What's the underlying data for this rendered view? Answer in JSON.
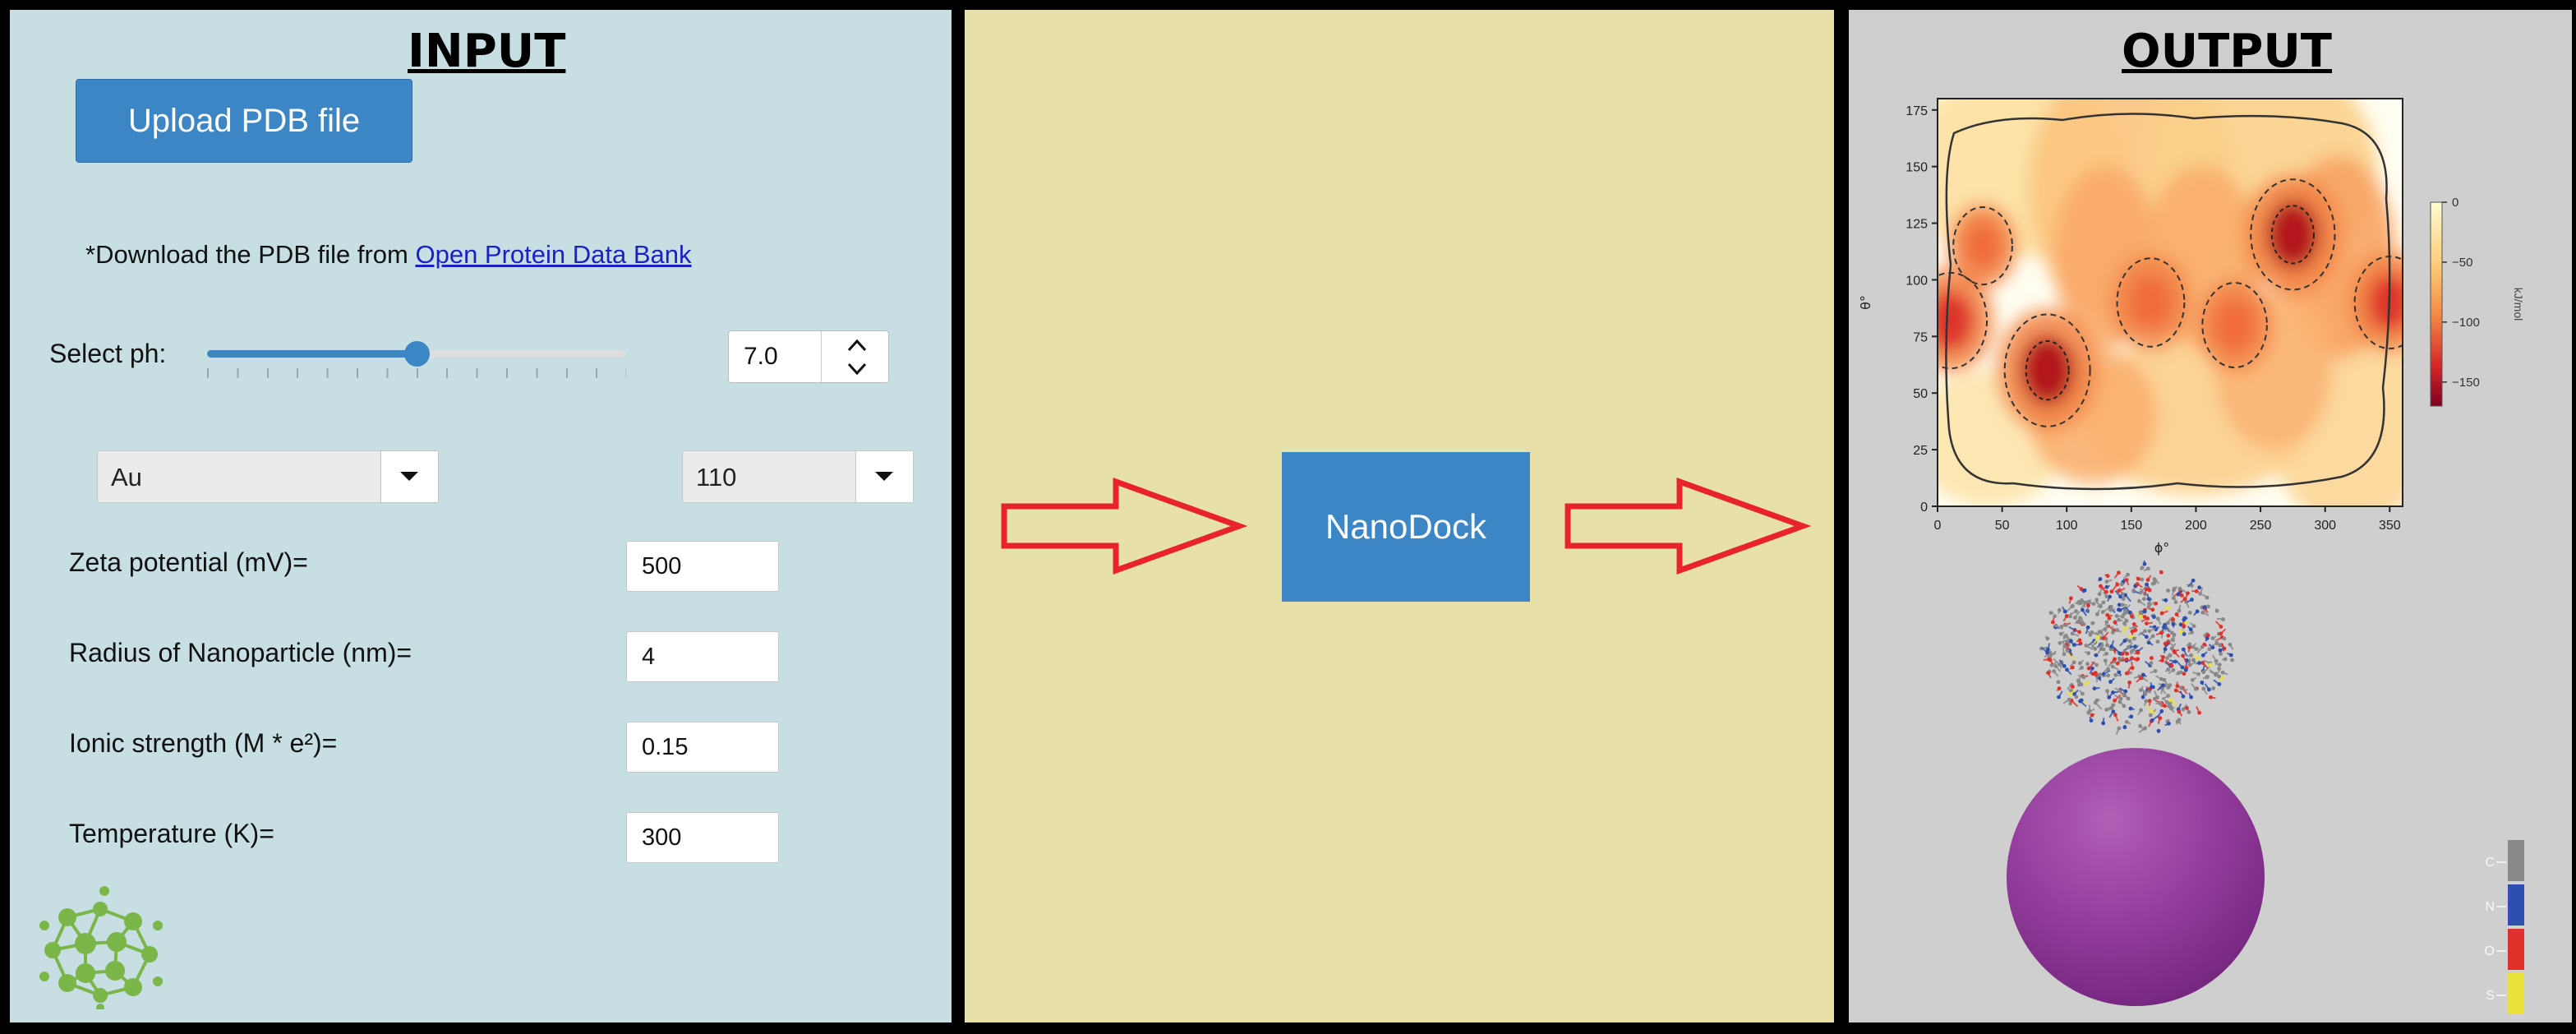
{
  "input": {
    "title": "INPUT",
    "upload_label": "Upload PDB file",
    "download_prefix": "*Download the PDB file from ",
    "download_link": "Open Protein Data Bank",
    "ph_label": "Select ph:",
    "ph_value": "7.0",
    "ph_slider_fraction": 0.5,
    "material_select": "Au",
    "facet_select": "110",
    "zeta_label": "Zeta potential (mV)=",
    "zeta_value": "500",
    "radius_label": "Radius of Nanoparticle (nm)=",
    "radius_value": "4",
    "ionic_label": "Ionic strength (M * e²)=",
    "ionic_value": "0.15",
    "temp_label": "Temperature (K)=",
    "temp_value": "300",
    "logo_icon": "nanoparticle-network-logo"
  },
  "middle": {
    "button_label": "NanoDock",
    "arrow_color": "#e8242a"
  },
  "output": {
    "title": "OUTPUT",
    "atom_legend": [
      "C",
      "N",
      "O",
      "S"
    ],
    "atom_colors": [
      "#888888",
      "#2e4fae",
      "#e0302a",
      "#e8e23a"
    ],
    "sphere_color": "#8e3a98"
  },
  "chart_data": {
    "type": "heatmap",
    "title": "",
    "xlabel": "ϕ°",
    "ylabel": "θ°",
    "xlim": [
      0,
      360
    ],
    "ylim": [
      0,
      180
    ],
    "x_ticks": [
      "0",
      "50",
      "100",
      "150",
      "200",
      "250",
      "300",
      "350"
    ],
    "y_ticks": [
      "0",
      "25",
      "50",
      "75",
      "100",
      "125",
      "150",
      "175"
    ],
    "colorbar": {
      "label": "kJ/mol",
      "ticks": [
        "0",
        "−50",
        "−100",
        "−150"
      ],
      "range": [
        -170,
        0
      ],
      "colormap": "YlOrRd_r"
    },
    "minima": [
      {
        "x": 85,
        "y": 60,
        "value": -165
      },
      {
        "x": 275,
        "y": 120,
        "value": -160
      },
      {
        "x": 10,
        "y": 82,
        "value": -120
      },
      {
        "x": 350,
        "y": 90,
        "value": -110
      },
      {
        "x": 165,
        "y": 90,
        "value": -100
      },
      {
        "x": 230,
        "y": 80,
        "value": -90
      },
      {
        "x": 35,
        "y": 115,
        "value": -70
      }
    ]
  }
}
